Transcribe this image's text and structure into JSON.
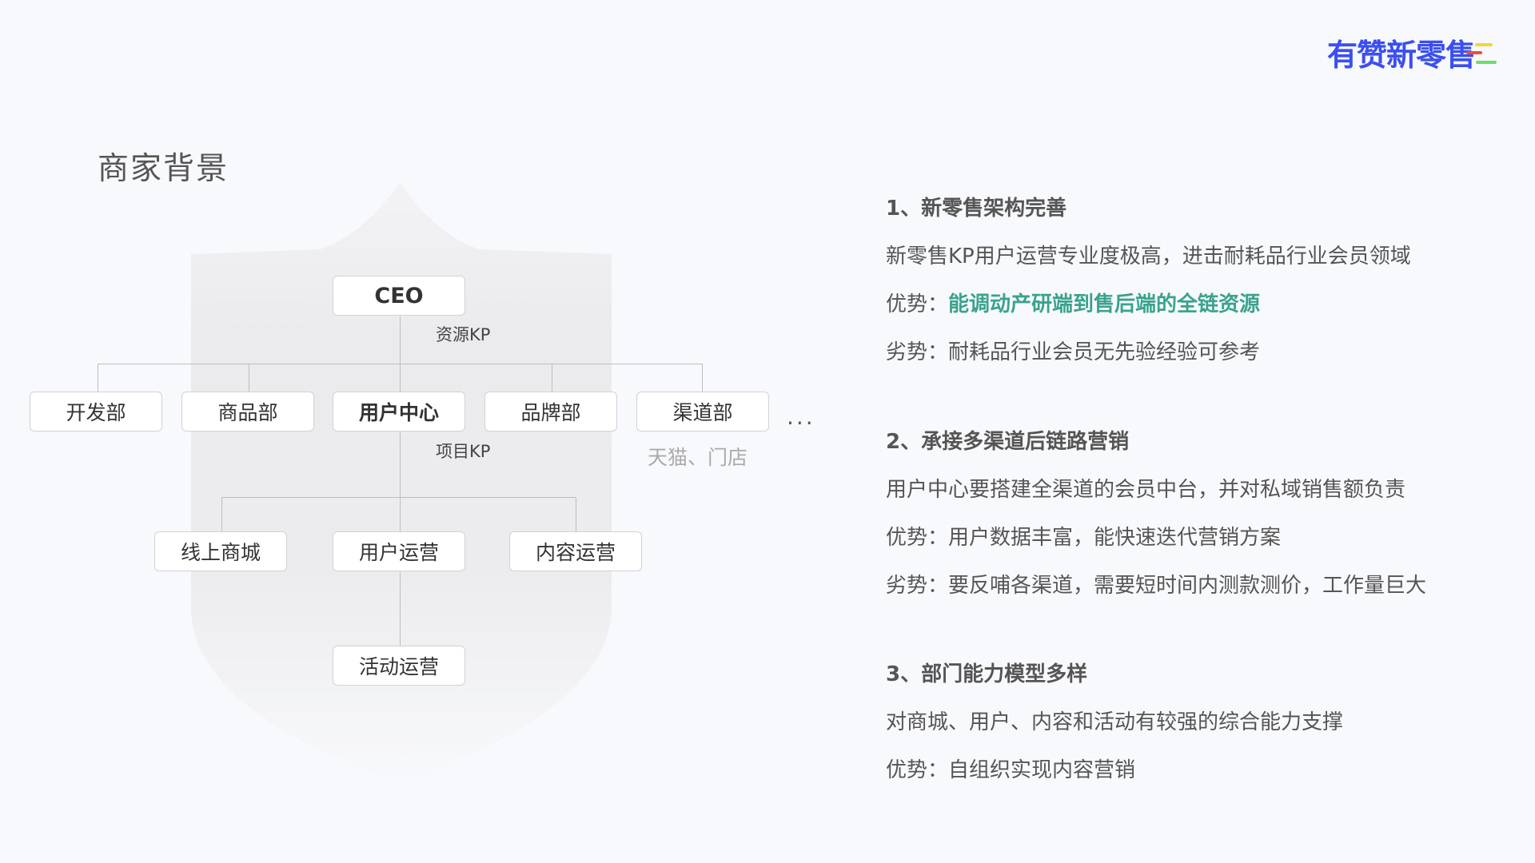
{
  "logo": {
    "text": "有赞新零售",
    "colors": [
      "#3b4ff0",
      "#f5d43a",
      "#ef4d3a",
      "#6ddc6a"
    ]
  },
  "title": "商家背景",
  "org_chart": {
    "ceo": "CEO",
    "resource_kp": "资源KP",
    "departments": [
      "开发部",
      "商品部",
      "用户中心",
      "品牌部",
      "渠道部"
    ],
    "more": "...",
    "channel_note": "天猫、门店",
    "project_kp": "项目KP",
    "sub_teams": [
      "线上商城",
      "用户运营",
      "内容运营"
    ],
    "sub_sub_team": "活动运营"
  },
  "sections": [
    {
      "heading": "1、新零售架构完善",
      "desc": "新零售KP用户运营专业度极高，进击耐耗品行业会员领域",
      "pros_label": "优势：",
      "pros": "能调动产研端到售后端的全链资源",
      "cons_label": "劣势：",
      "cons": "耐耗品行业会员无先验经验可参考"
    },
    {
      "heading": "2、承接多渠道后链路营销",
      "desc": "用户中心要搭建全渠道的会员中台，并对私域销售额负责",
      "pros_label": "优势：",
      "pros": "用户数据丰富，能快速迭代营销方案",
      "cons_label": "劣势：",
      "cons": "要反哺各渠道，需要短时间内测款测价，工作量巨大"
    },
    {
      "heading": "3、部门能力模型多样",
      "desc": "对商城、用户、内容和活动有较强的综合能力支撑",
      "pros_label": "优势：",
      "pros": "自组织实现内容营销"
    }
  ],
  "highlight_color": "#3aa38d"
}
